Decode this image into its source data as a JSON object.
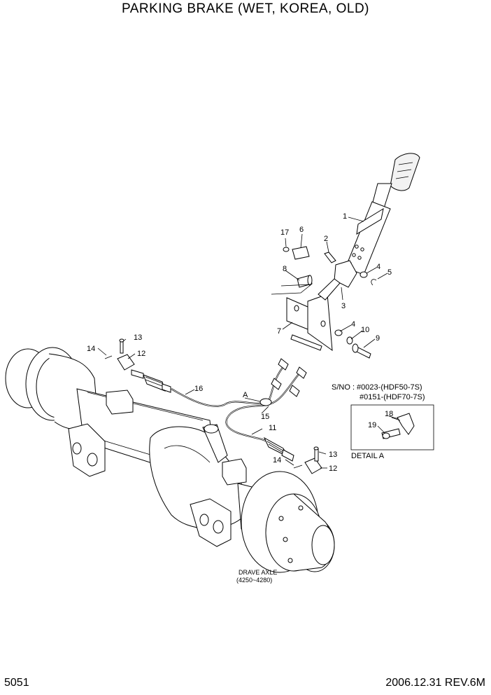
{
  "title": "PARKING BRAKE (WET, KOREA, OLD)",
  "page_number": "5051",
  "revision": "2006.12.31 REV.6M",
  "callouts": {
    "c1": "1",
    "c2": "2",
    "c3": "3",
    "c4a": "4",
    "c4b": "4",
    "c5": "5",
    "c6": "6",
    "c7": "7",
    "c8": "8",
    "c9": "9",
    "c10": "10",
    "c11": "11",
    "c12a": "12",
    "c12b": "12",
    "c13a": "13",
    "c13b": "13",
    "c14a": "14",
    "c14b": "14",
    "c15": "15",
    "c16": "16",
    "c17": "17",
    "c18": "18",
    "c19": "19",
    "cA": "A"
  },
  "serial_note": {
    "line1": "S/NO : #0023-(HDF50-7S)",
    "line2": "#0151-(HDF70-7S)"
  },
  "detail_label": "DETAIL A",
  "axle_label": {
    "line1": "DRAVE AXLE",
    "line2": "(4250~4280)"
  }
}
